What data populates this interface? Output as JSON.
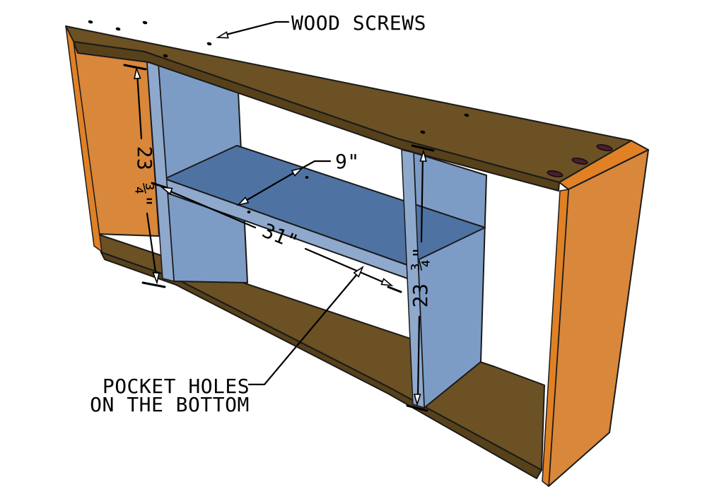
{
  "annotations": {
    "wood_screws_label": "WOOD SCREWS",
    "pocket_holes_label_line1": "POCKET HOLES",
    "pocket_holes_label_line2": "ON THE BOTTOM"
  },
  "dimensions": {
    "shelf_depth": "9\"",
    "shelf_length": "31\"",
    "left_panel_height": "23 ¾\"",
    "right_divider_height": "23 ¾\""
  },
  "colors": {
    "wood_top_brown": "#6B5123",
    "wood_edge_dark_brown": "#57411A",
    "side_panel_orange": "#D8873B",
    "panel_edge_orange": "#E08125",
    "divider_blue": "#7D9CC5",
    "divider_edge_blue": "#8FA9CD",
    "shelf_top_blue": "#4E73A3",
    "pocket_hole_maroon": "#461F33",
    "outline_black": "#1A1A1A",
    "annotation_black": "#000000",
    "background_white": "#FFFFFF"
  }
}
